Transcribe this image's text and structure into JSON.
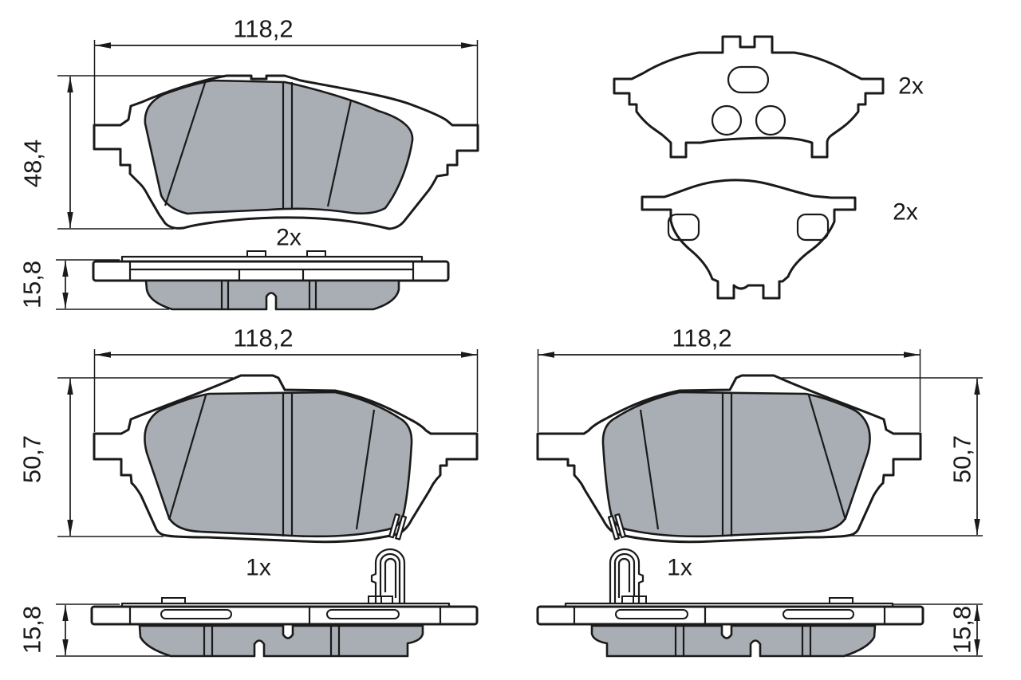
{
  "colors": {
    "background": "#ffffff",
    "line": "#1a1a1a",
    "friction_fill": "#a9aeb4"
  },
  "views": {
    "pad_a_front": {
      "width_dim": "118,2",
      "height_dim": "48,4",
      "quantity": "2x"
    },
    "pad_a_side": {
      "thickness_dim": "15,8"
    },
    "backplate_a_rear": {
      "quantity": "2x"
    },
    "backplate_b_rear": {
      "quantity": "2x"
    },
    "pad_b_left_front": {
      "width_dim": "118,2",
      "height_dim": "50,7",
      "quantity": "1x"
    },
    "pad_b_left_side": {
      "thickness_dim": "15,8"
    },
    "pad_b_right_front": {
      "width_dim": "118,2",
      "height_dim": "50,7",
      "quantity": "1x"
    },
    "pad_b_right_side": {
      "thickness_dim": "15,8"
    }
  }
}
